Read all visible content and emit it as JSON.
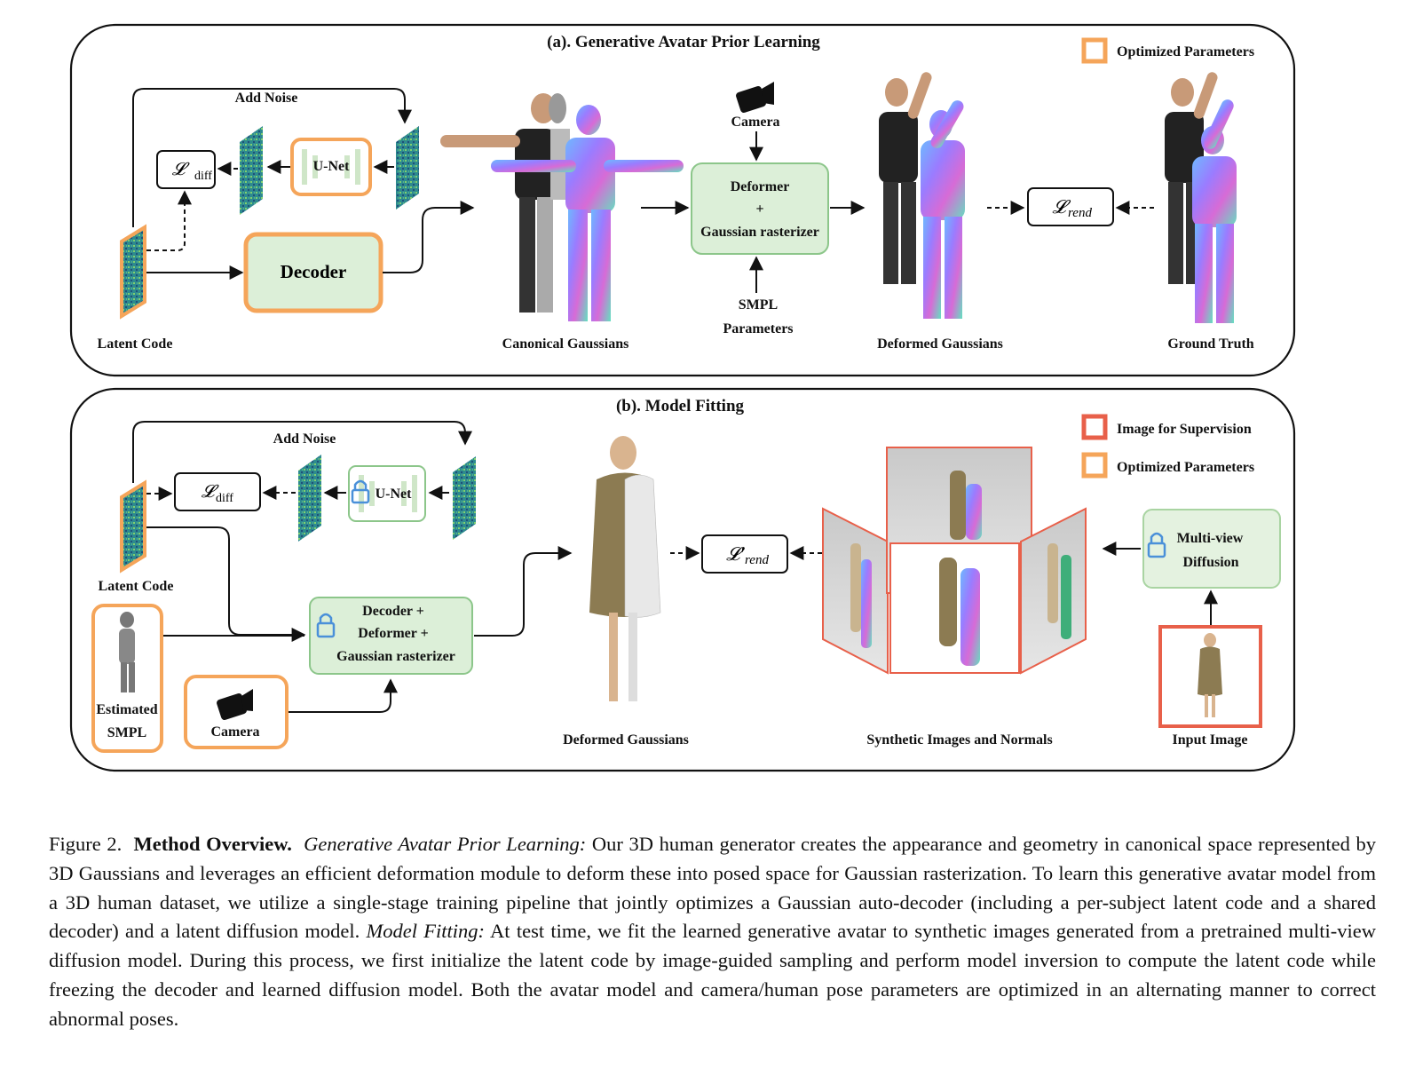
{
  "panel_a": {
    "title": "(a). Generative Avatar Prior Learning",
    "legend_optimized": "Optimized Parameters",
    "add_noise": "Add Noise",
    "loss_diff": "𝓛",
    "loss_diff_sub": "diff",
    "unet": "U-Net",
    "decoder": "Decoder",
    "latent_code": "Latent Code",
    "canonical_gaussians": "Canonical Gaussians",
    "camera": "Camera",
    "deformer_line1": "Deformer",
    "deformer_line2": "+",
    "deformer_line3": "Gaussian rasterizer",
    "smpl_line1": "SMPL",
    "smpl_line2": "Parameters",
    "deformed_gaussians": "Deformed Gaussians",
    "loss_rend": "𝓛",
    "loss_rend_sub": "rend",
    "ground_truth": "Ground Truth"
  },
  "panel_b": {
    "title": "(b). Model Fitting",
    "legend_supervision": "Image for Supervision",
    "legend_optimized": "Optimized Parameters",
    "add_noise": "Add Noise",
    "loss_diff": "𝓛",
    "loss_diff_sub": "diff",
    "unet": "U-Net",
    "latent_code": "Latent Code",
    "estimated_smpl_line1": "Estimated",
    "estimated_smpl_line2": "SMPL",
    "camera": "Camera",
    "decoder_line1": "Decoder +",
    "decoder_line2": "Deformer +",
    "decoder_line3": "Gaussian rasterizer",
    "deformed_gaussians": "Deformed Gaussians",
    "loss_rend": "𝓛′",
    "loss_rend_sub": "rend",
    "synthetic": "Synthetic Images and Normals",
    "multiview_line1": "Multi-view",
    "multiview_line2": "Diffusion",
    "input_image": "Input Image"
  },
  "colors": {
    "orange": "#f5a55a",
    "green_fill": "#dcefd8",
    "green_stroke": "#8cc68a",
    "red": "#e8604a",
    "lock_blue": "#4a90d9"
  },
  "caption": {
    "fig": "Figure 2.",
    "bold": "Method Overview.",
    "italic1": "Generative Avatar Prior Learning:",
    "text1": " Our 3D human generator creates the appearance and geometry in canonical space represented by 3D Gaussians and leverages an efficient deformation module to deform these into posed space for Gaussian rasterization. To learn this generative avatar model from a 3D human dataset, we utilize a single-stage training pipeline that jointly optimizes a Gaussian auto-decoder (including a per-subject latent code and a shared decoder) and a latent diffusion model. ",
    "italic2": "Model Fitting:",
    "text2": " At test time, we fit the learned generative avatar to synthetic images generated from a pretrained multi-view diffusion model. During this process, we first initialize the latent code by image-guided sampling and perform model inversion to compute the latent code while freezing the decoder and learned diffusion model. Both the avatar model and camera/human pose parameters are optimized in an alternating manner to correct abnormal poses."
  }
}
